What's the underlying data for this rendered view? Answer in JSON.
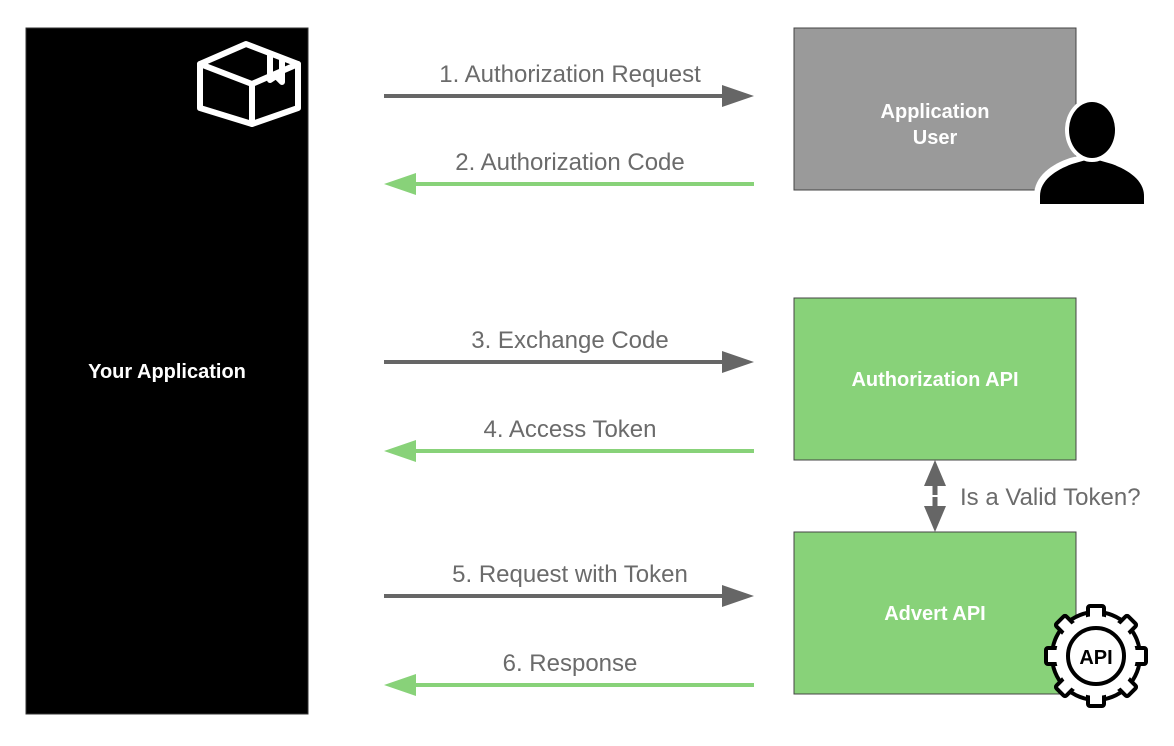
{
  "boxes": {
    "your_application": {
      "label": "Your Application",
      "color": "#000000",
      "icon": "package-icon"
    },
    "application_user": {
      "label_lines": [
        "Application",
        "User"
      ],
      "color": "#9a9a9a",
      "icon": "user-icon"
    },
    "authorization_api": {
      "label": "Authorization API",
      "color": "#88d279"
    },
    "advert_api": {
      "label": "Advert API",
      "color": "#88d279",
      "icon": "api-gear-icon",
      "icon_text": "API"
    }
  },
  "arrows": [
    {
      "label": "1. Authorization Request",
      "direction": "right",
      "color": "#666666"
    },
    {
      "label": "2. Authorization Code",
      "direction": "left",
      "color": "#88d279"
    },
    {
      "label": "3. Exchange Code",
      "direction": "right",
      "color": "#666666"
    },
    {
      "label": "4. Access Token",
      "direction": "left",
      "color": "#88d279"
    },
    {
      "label": "5. Request with Token",
      "direction": "right",
      "color": "#666666"
    },
    {
      "label": "6. Response",
      "direction": "left",
      "color": "#88d279"
    }
  ],
  "validation": {
    "label": "Is a Valid Token?",
    "color": "#666666"
  }
}
